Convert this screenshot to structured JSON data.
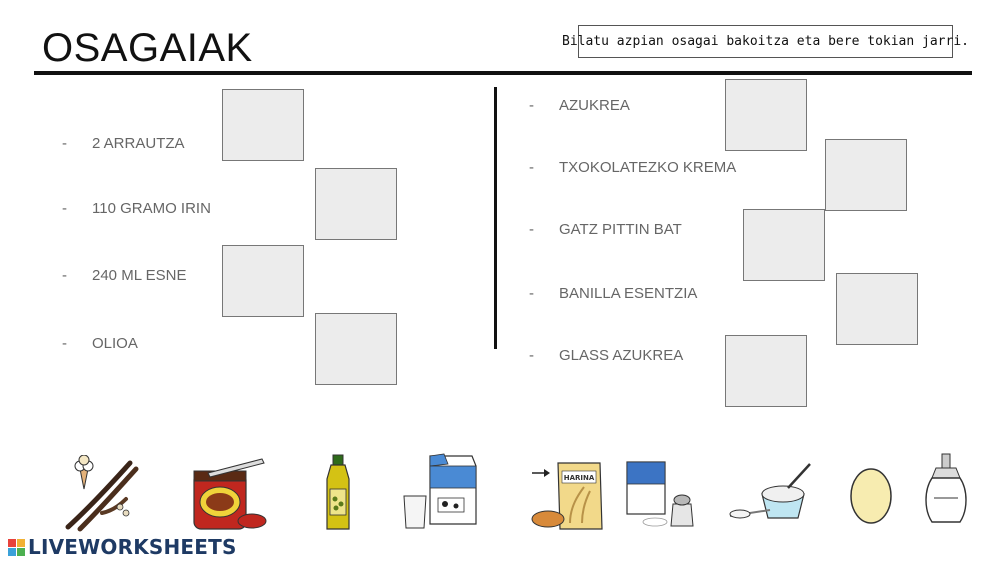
{
  "header": {
    "title": "OSAGAIAK",
    "instruction": "Bilatu azpian osagai bakoitza eta bere tokian jarri."
  },
  "ingredients_left": [
    {
      "dash": "-",
      "label": "2 ARRAUTZA"
    },
    {
      "dash": "-",
      "label": "110 GRAMO IRIN"
    },
    {
      "dash": "-",
      "label": "240 ML ESNE"
    },
    {
      "dash": "-",
      "label": "OLIOA"
    }
  ],
  "ingredients_right": [
    {
      "dash": "-",
      "label": "AZUKREA"
    },
    {
      "dash": "-",
      "label": "TXOKOLATEZKO KREMA"
    },
    {
      "dash": "-",
      "label": "GATZ PITTIN BAT"
    },
    {
      "dash": "-",
      "label": "BANILLA ESENTZIA"
    },
    {
      "dash": "-",
      "label": "GLASS AZUKREA"
    }
  ],
  "pictures": {
    "vanilla": "vanilla-icon",
    "chocolate_cream": "chocolate-cream-jar-icon",
    "oil": "oil-bottle-icon",
    "milk": "milk-carton-icon",
    "flour": "flour-bag-icon",
    "flour_label": "HARINA",
    "salt": "salt-icon",
    "sugar": "sugar-bowl-icon",
    "egg": "egg-icon",
    "sugar_dispenser": "sugar-dispenser-icon"
  },
  "footer": {
    "brand": "LIVEWORKSHEETS",
    "brand_color": "#1e3a64"
  }
}
